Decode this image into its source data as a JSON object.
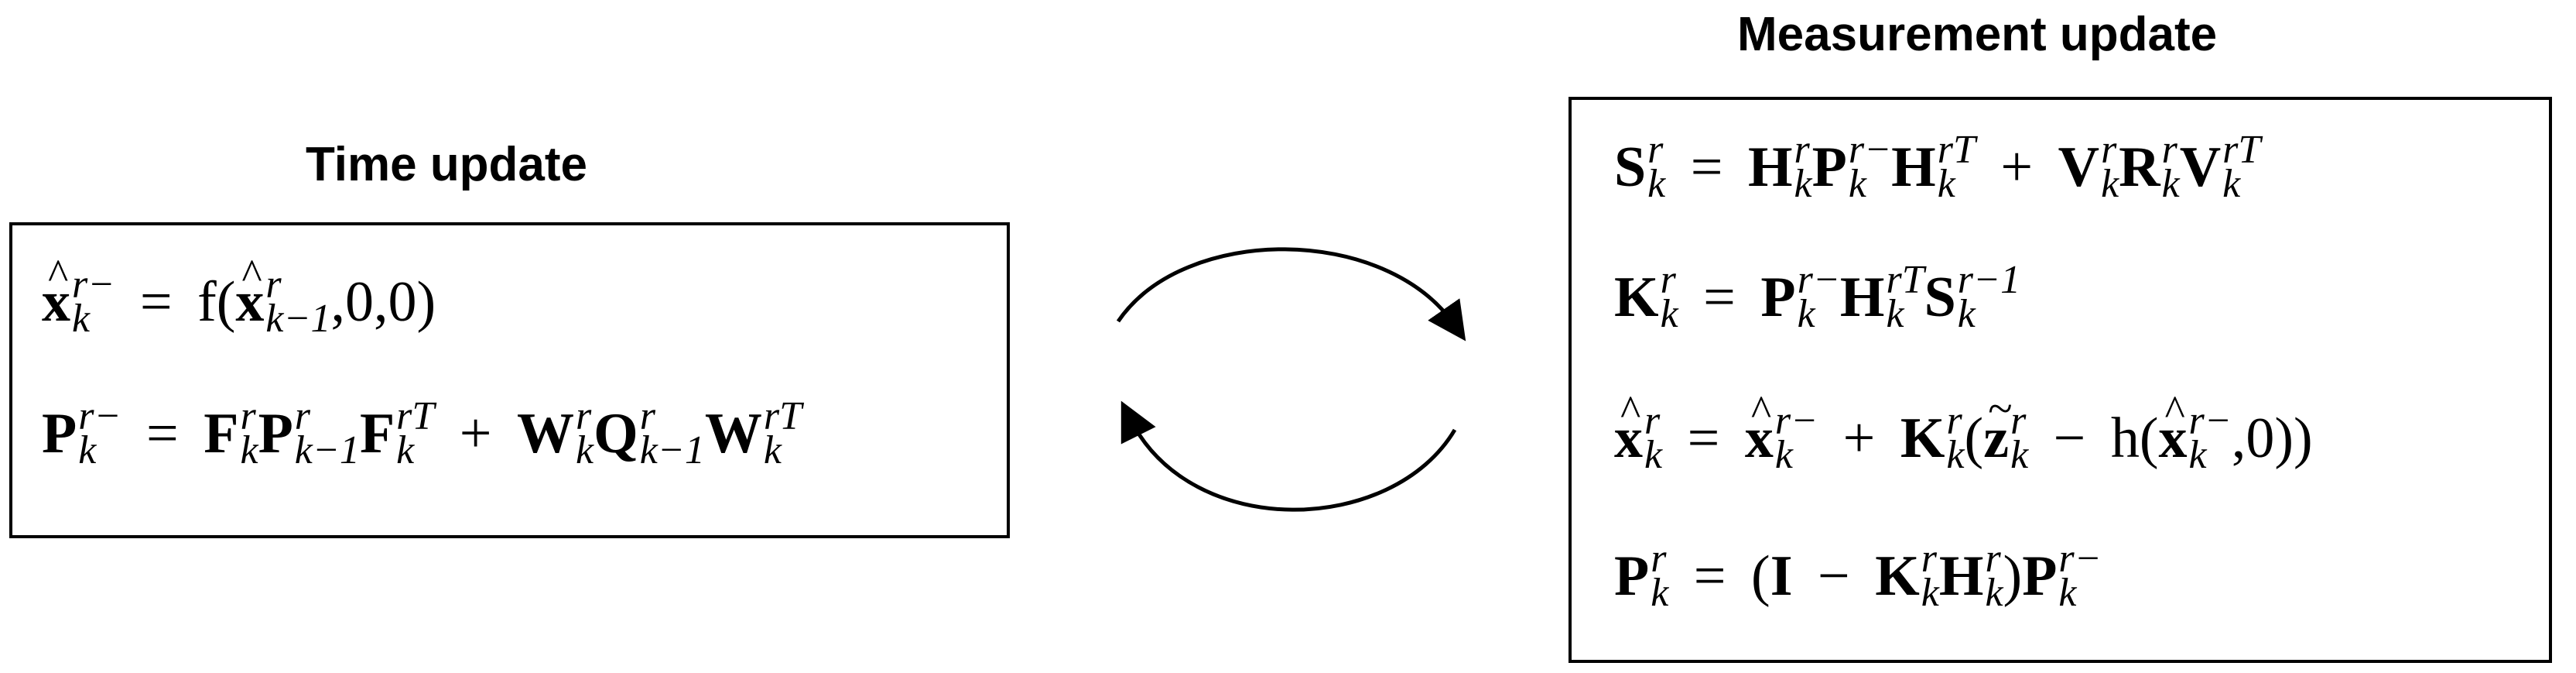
{
  "headings": {
    "time_update": "Time update",
    "measurement_update": "Measurement update"
  },
  "symbols": {
    "r": "r",
    "k": "k",
    "k_minus_1": "k−1",
    "minus_sup": "−",
    "r_minus": "r−",
    "r_T": "rT",
    "r_inv": "r−1",
    "T": "T",
    "x": "x",
    "P": "P",
    "F": "F",
    "W": "W",
    "Q": "Q",
    "S": "S",
    "H": "H",
    "V": "V",
    "R": "R",
    "K": "K",
    "z": "z",
    "I": "I",
    "eq": "=",
    "plus": "+",
    "minus": "−",
    "hat": "^",
    "tilde": "~",
    "f_open": "f(",
    "h_open": "h(",
    "args_00": ",0,0)",
    "args_0": ",0))",
    "lp": "(",
    "rp": ")"
  },
  "colors": {
    "ink": "#000000",
    "background": "#ffffff"
  }
}
